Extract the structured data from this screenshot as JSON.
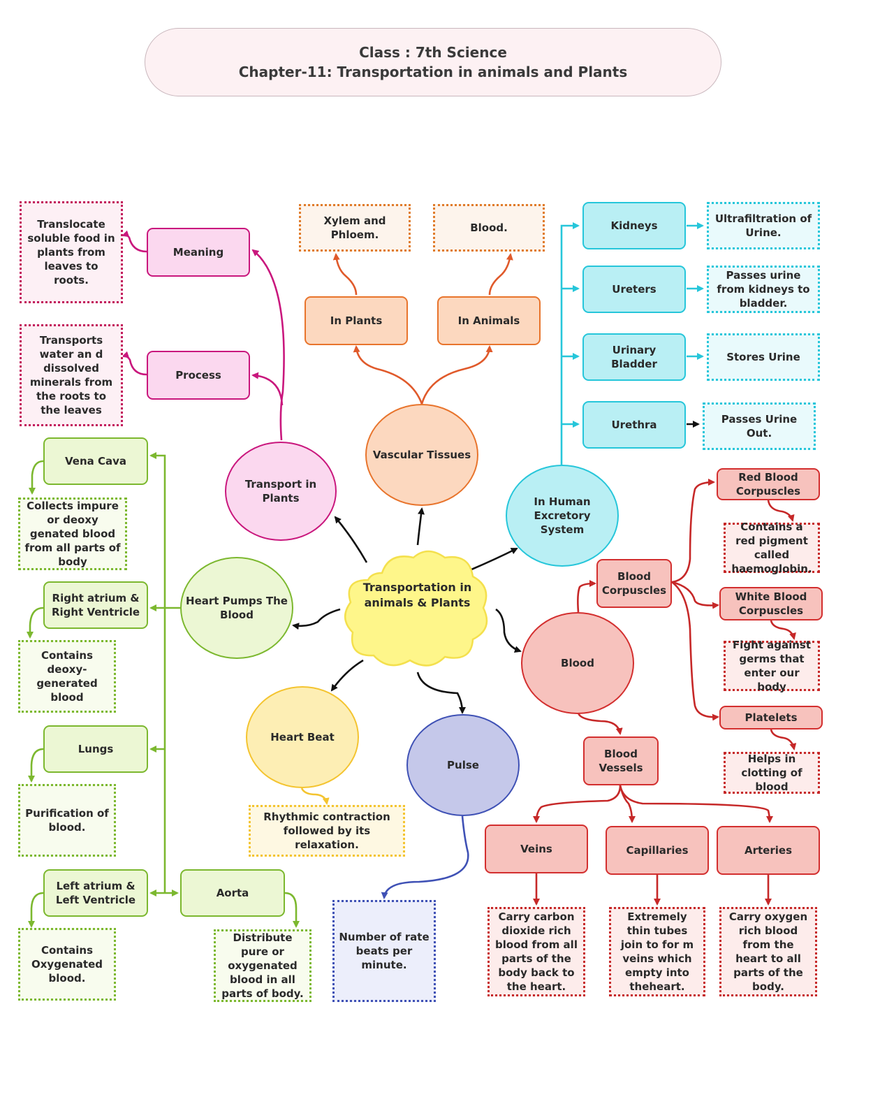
{
  "header": {
    "line1": "Class : 7th Science",
    "line2": "Chapter-11: Transportation in animals and Plants"
  },
  "center": {
    "label": "Transportation in animals & Plants"
  },
  "plants_branch": {
    "hub": "Transport in Plants",
    "meaning": "Meaning",
    "meaning_note": "Translocate soluble food in plants from leaves to roots.",
    "process": "Process",
    "process_note": "Transports water an d dissolved minerals from the roots to the leaves"
  },
  "vascular_branch": {
    "hub": "Vascular Tissues",
    "in_plants": "In Plants",
    "in_plants_note": "Xylem and Phloem.",
    "in_animals": "In Animals",
    "in_animals_note": "Blood."
  },
  "excretory_branch": {
    "hub": "In Human Excretory System",
    "items": [
      {
        "label": "Kidneys",
        "note": "Ultrafiltration of Urine."
      },
      {
        "label": "Ureters",
        "note": "Passes urine from kidneys to bladder."
      },
      {
        "label": "Urinary Bladder",
        "note": "Stores Urine"
      },
      {
        "label": "Urethra",
        "note": "Passes Urine Out."
      }
    ]
  },
  "blood_branch": {
    "hub": "Blood",
    "corpuscles": "Blood Corpuscles",
    "rbc": "Red Blood Corpuscles",
    "rbc_note": "Contains a red pigment called haemoglobin.",
    "wbc": "White Blood Corpuscles",
    "wbc_note": "Fight against germs that enter our body",
    "platelets": "Platelets",
    "platelets_note": "Helps in clotting of blood",
    "vessels": "Blood Vessels",
    "veins": "Veins",
    "veins_note": "Carry carbon dioxide rich blood from all parts of the body back to the heart.",
    "capillaries": "Capillaries",
    "capillaries_note": "Extremely thin tubes join to for m veins which empty into theheart.",
    "arteries": "Arteries",
    "arteries_note": "Carry oxygen rich blood from the heart to all parts of the body."
  },
  "heart_branch": {
    "hub": "Heart Pumps The Blood",
    "vena_cava": "Vena Cava",
    "vena_cava_note": "Collects impure or deoxy genated blood from all parts of body",
    "right": "Right atrium & Right Ventricle",
    "right_note": "Contains deoxy-generated blood",
    "lungs": "Lungs",
    "lungs_note": "Purification of blood.",
    "left": "Left atrium & Left Ventricle",
    "left_note": "Contains Oxygenated blood.",
    "aorta": "Aorta",
    "aorta_note": "Distribute pure or oxygenated blood in all parts of body."
  },
  "heartbeat_branch": {
    "hub": "Heart Beat",
    "note": "Rhythmic contraction followed by its relaxation."
  },
  "pulse_branch": {
    "hub": "Pulse",
    "note": "Number of rate beats per minute."
  },
  "colors": {
    "plants": "#c9177d",
    "vascular": "#e8742c",
    "excretory": "#26c6da",
    "blood": "#d32f2f",
    "heart": "#7cb82f",
    "heartbeat": "#f4c430",
    "pulse": "#3f51b5",
    "center": "#f4e04d",
    "connector": "#111111"
  }
}
